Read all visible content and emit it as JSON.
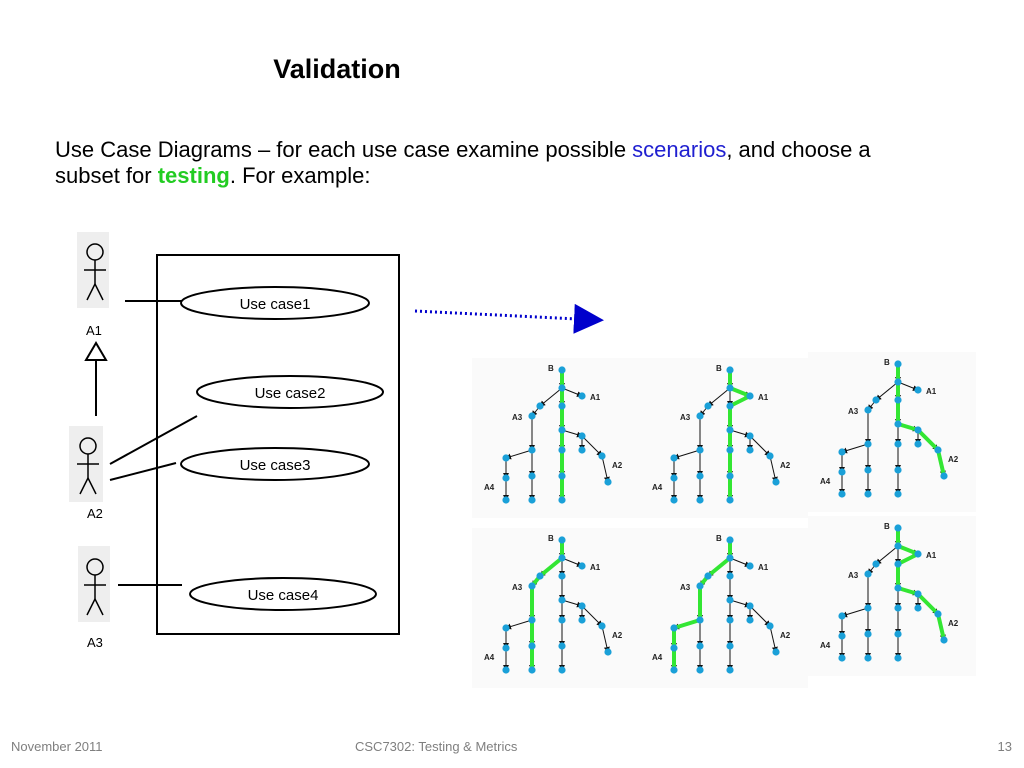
{
  "slide": {
    "title": "Validation",
    "body": {
      "part1": "Use Case Diagrams – for each use case examine possible ",
      "kw1": "scenarios",
      "part2": ", and choose a subset for ",
      "kw2": "testing",
      "part3": ". For example:"
    }
  },
  "use_case_diagram": {
    "actors": [
      "A1",
      "A2",
      "A3"
    ],
    "use_cases": [
      "Use case1",
      "Use case2",
      "Use case3",
      "Use case4"
    ]
  },
  "scenario_graphs": {
    "node_labels": [
      "B",
      "A1",
      "A2",
      "A3",
      "A4"
    ],
    "count": 6
  },
  "colors": {
    "keyword_scenarios": "#1f1fd0",
    "keyword_testing": "#22cc22",
    "highlight_path": "#33e633",
    "node": "#1aa0d8",
    "arrow": "#0000cc"
  },
  "footer": {
    "date": "November 2011",
    "course": "CSC7302: Testing & Metrics",
    "page": "13"
  }
}
